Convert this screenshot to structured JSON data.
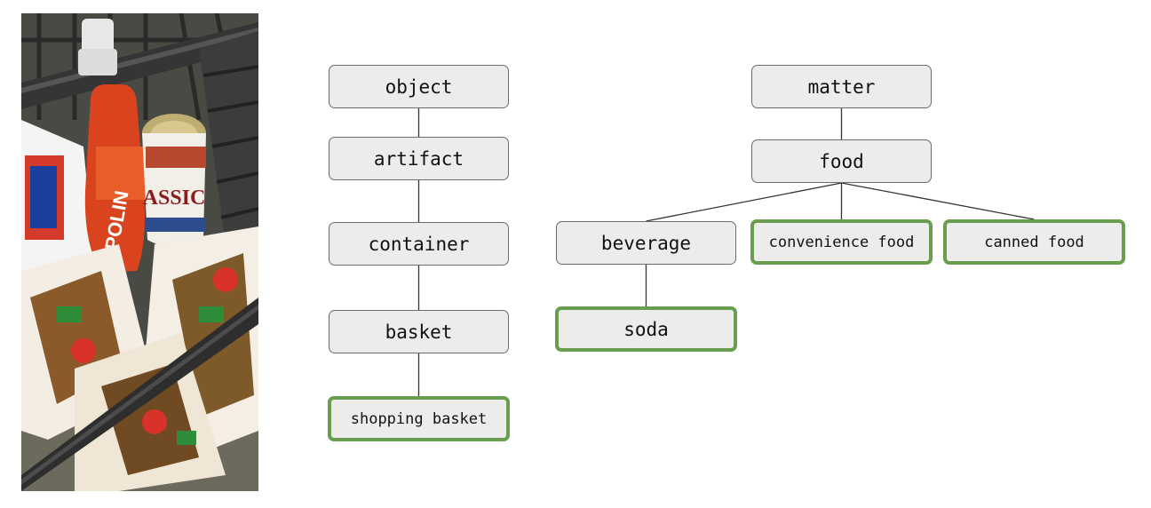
{
  "photo": {
    "bottle_label": "NAPOLIN",
    "can_label": "ASSIC"
  },
  "diagram": {
    "nodes": {
      "object": "object",
      "artifact": "artifact",
      "container": "container",
      "basket": "basket",
      "shopping_basket": "shopping basket",
      "matter": "matter",
      "food": "food",
      "beverage": "beverage",
      "convenience_food": "convenience food",
      "canned_food": "canned food",
      "soda": "soda"
    },
    "leaf_border_color": "#6a9e4f",
    "node_fill_color": "#ececec",
    "edges": [
      [
        "object",
        "artifact"
      ],
      [
        "artifact",
        "container"
      ],
      [
        "container",
        "basket"
      ],
      [
        "basket",
        "shopping_basket"
      ],
      [
        "matter",
        "food"
      ],
      [
        "food",
        "beverage"
      ],
      [
        "food",
        "convenience_food"
      ],
      [
        "food",
        "canned_food"
      ],
      [
        "beverage",
        "soda"
      ]
    ]
  }
}
